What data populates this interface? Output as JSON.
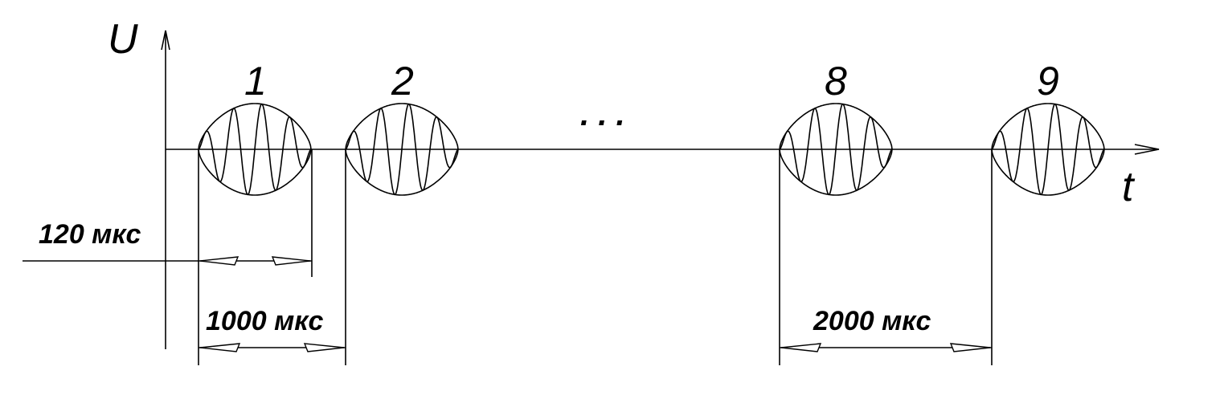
{
  "axes": {
    "y_label": "U",
    "x_label": "t"
  },
  "bursts": [
    "1",
    "2",
    "8",
    "9"
  ],
  "ellipsis": ". . .",
  "dimensions": {
    "pulse_width": "120 мкс",
    "first_interval": "1000 мкс",
    "last_interval": "2000 мкс"
  }
}
